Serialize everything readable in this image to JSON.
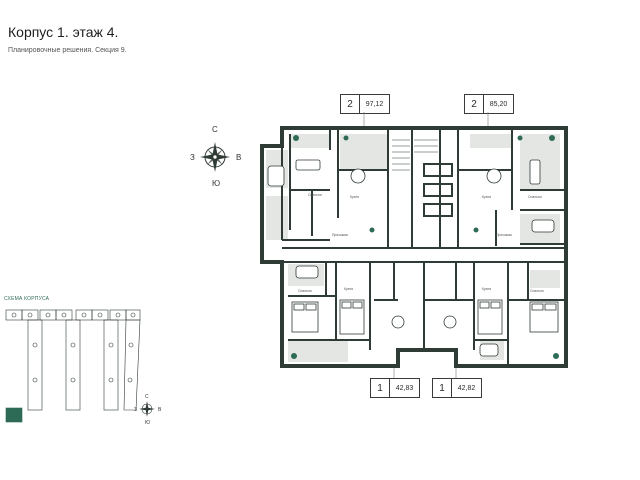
{
  "header": {
    "title": "Корпус 1. этаж 4.",
    "subtitle": "Планировочные решения. Секция 9."
  },
  "compass": {
    "north": "С",
    "south": "Ю",
    "west": "З",
    "east": "В"
  },
  "mini_compass": {
    "north": "С",
    "south": "Ю",
    "west": "З",
    "east": "В"
  },
  "scheme": {
    "title": "СХЕМА КОРПУСА"
  },
  "apartments": [
    {
      "rooms": "2",
      "area": "97,12"
    },
    {
      "rooms": "2",
      "area": "85,20"
    },
    {
      "rooms": "1",
      "area": "42,83"
    },
    {
      "rooms": "1",
      "area": "42,82"
    }
  ],
  "colors": {
    "wall": "#2f3b35",
    "accent": "#2e6b57",
    "floor": "#ffffff",
    "tile": "#e4e6e3"
  }
}
